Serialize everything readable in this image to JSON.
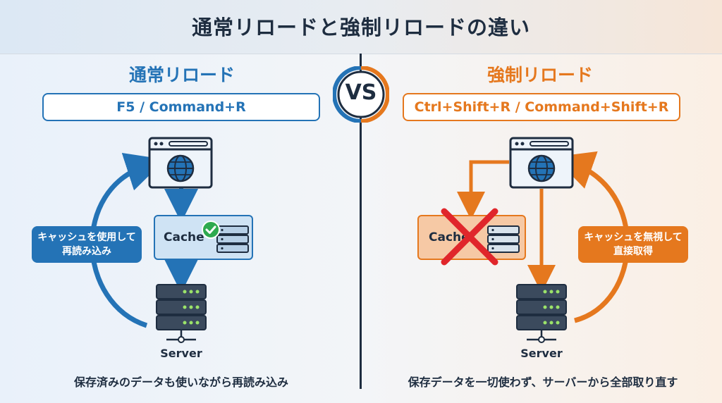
{
  "title": "通常リロードと強制リロードの違い",
  "vs_label": "VS",
  "left": {
    "heading": "通常リロード",
    "shortcut": "F5 / Command+R",
    "cache_label": "Cache",
    "pill_line1": "キャッシュを使用して",
    "pill_line2": "再読み込み",
    "server_label": "Server",
    "caption": "保存済みのデータも使いながら再読み込み"
  },
  "right": {
    "heading": "強制リロード",
    "shortcut": "Ctrl+Shift+R / Command+Shift+R",
    "cache_label": "Cache",
    "pill_line1": "キャッシュを無視して",
    "pill_line2": "直接取得",
    "server_label": "Server",
    "caption": "保存データを一切使わず、サーバーから全部取り直す"
  },
  "colors": {
    "normal_accent": "#2473b6",
    "force_accent": "#e5781e",
    "dark": "#1e2d40",
    "check_green": "#2eaa4f",
    "cross_red": "#e0262b"
  }
}
